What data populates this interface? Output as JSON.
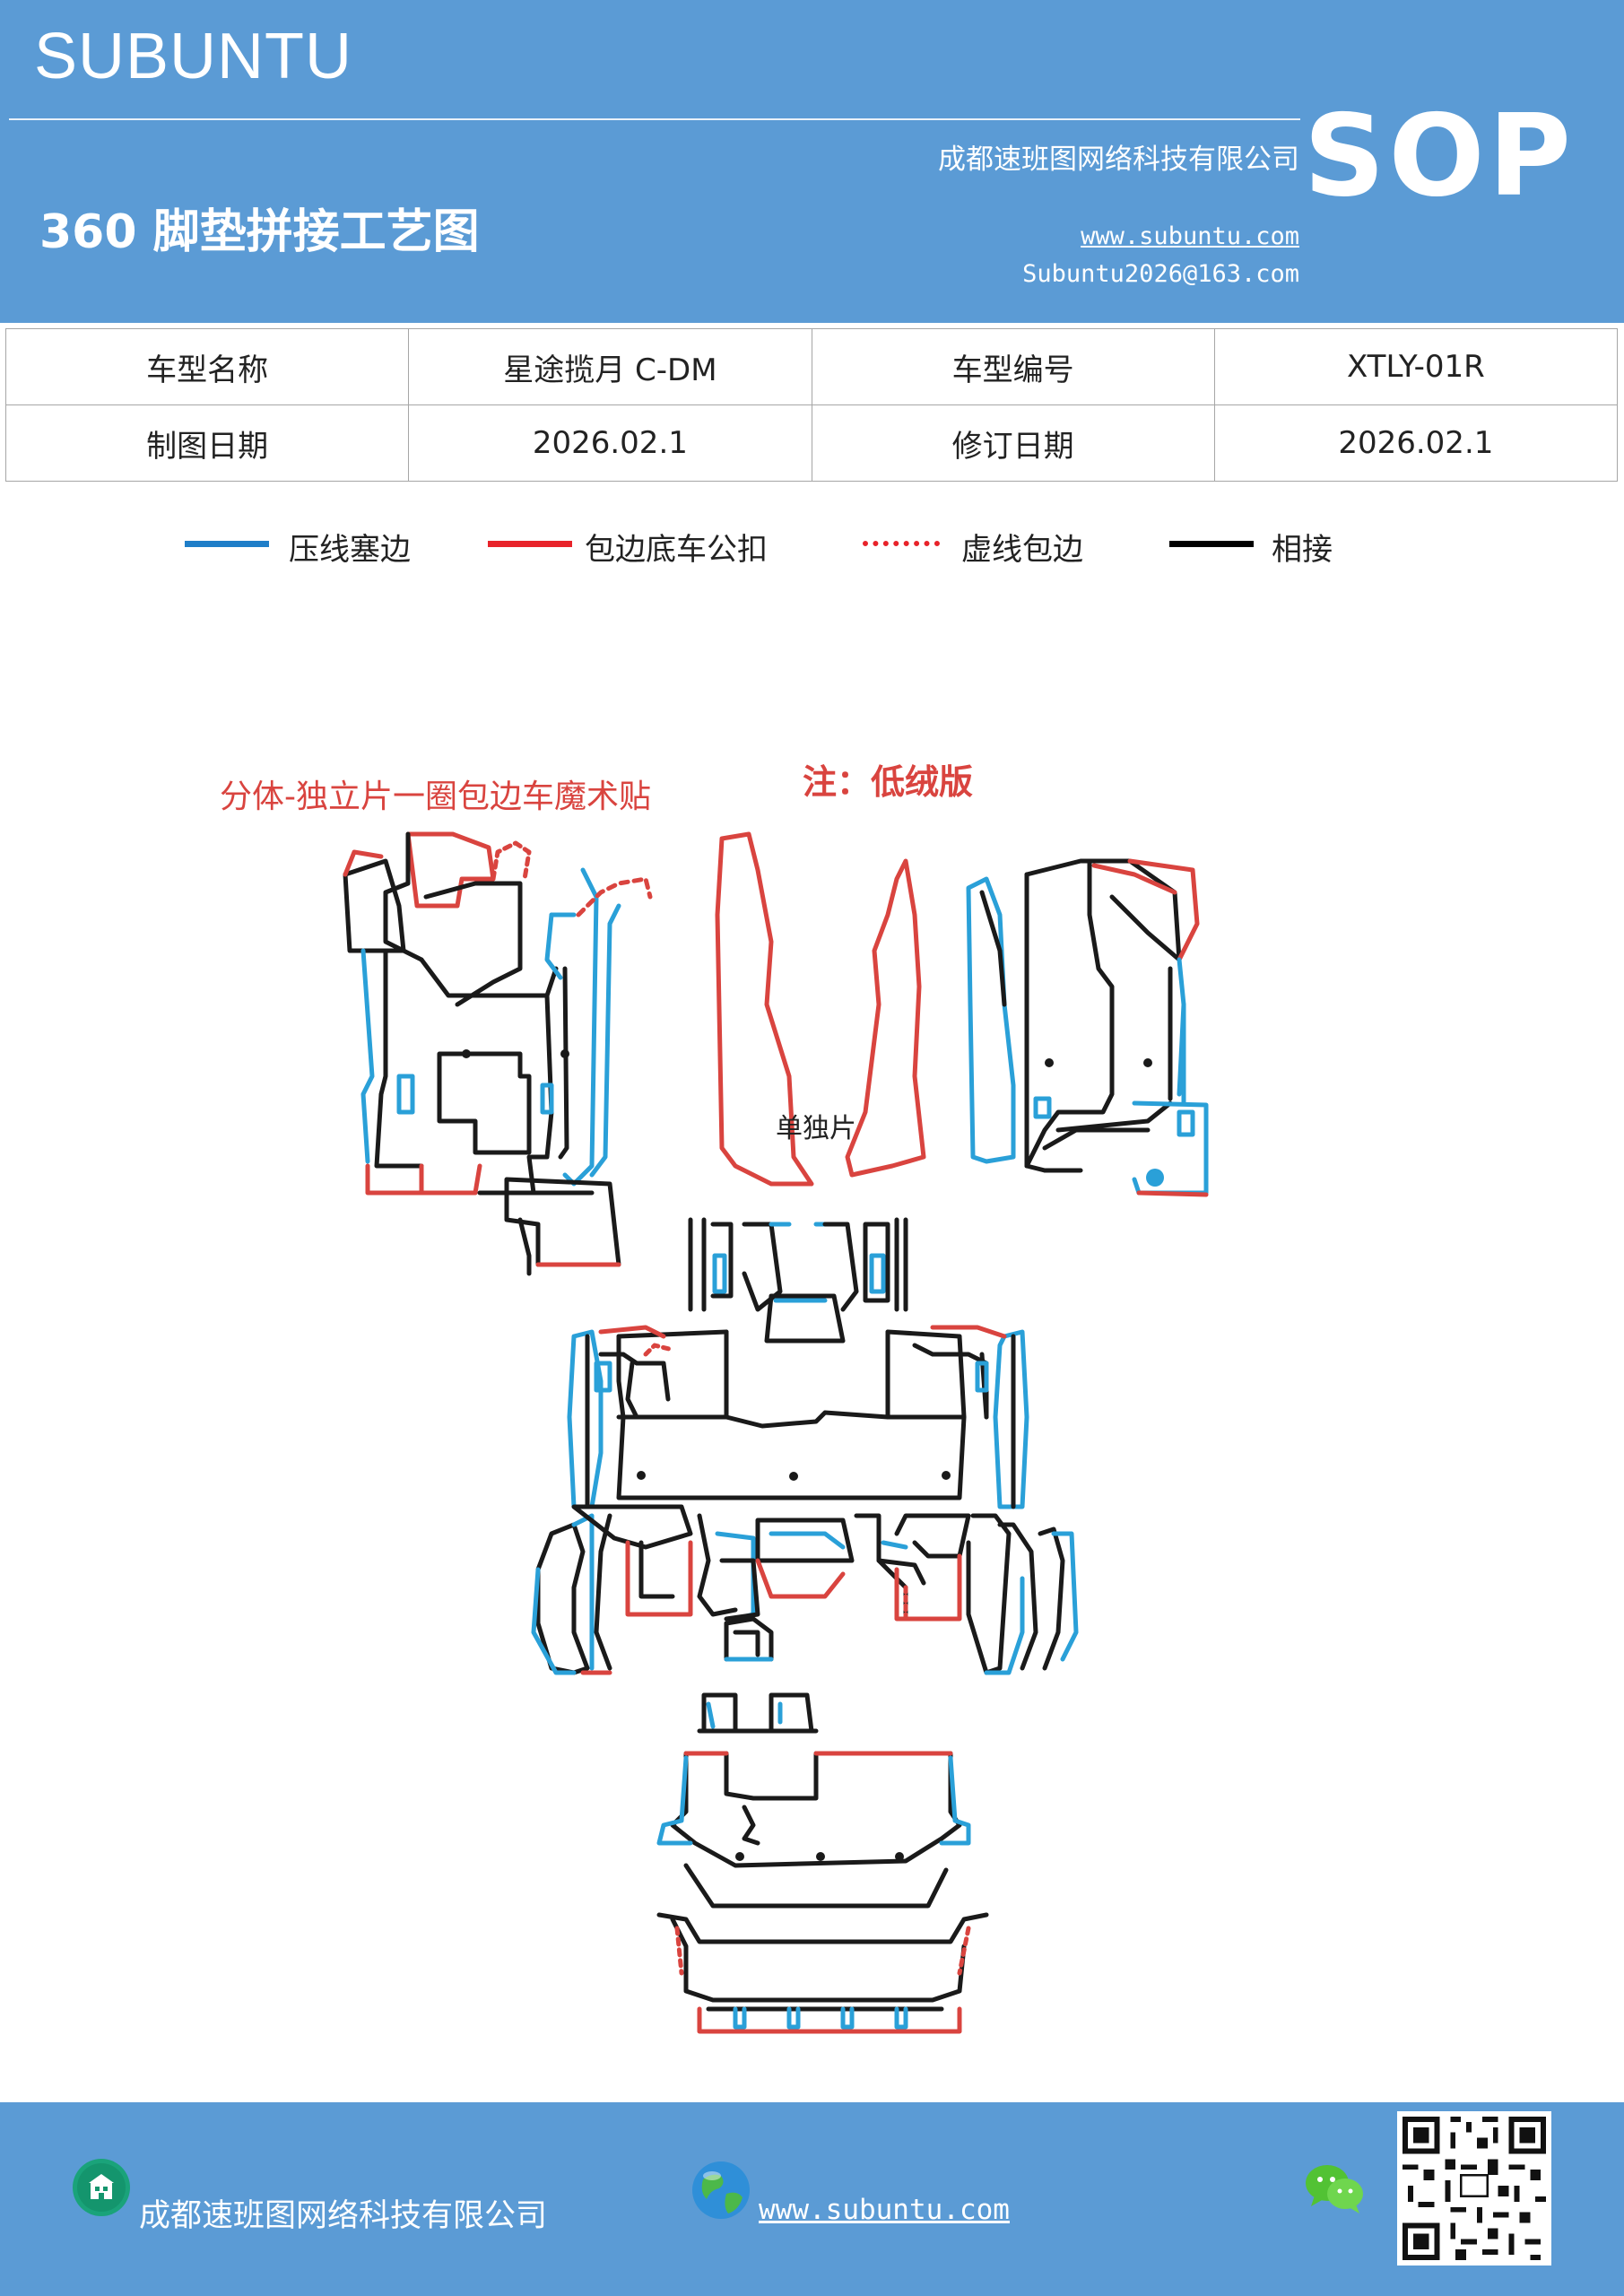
{
  "header": {
    "brand": "SUBUNTU",
    "sop": "SOP",
    "company": "成都速班图网络科技有限公司",
    "title": "360 脚垫拼接工艺图",
    "website": "www.subuntu.com",
    "email": "Subuntu2026@163.com"
  },
  "info_table": {
    "rows": [
      [
        "车型名称",
        "星途揽月 C-DM",
        "车型编号",
        "XTLY-01R"
      ],
      [
        "制图日期",
        "2026.02.1",
        "修订日期",
        "2026.02.1"
      ]
    ]
  },
  "legend": {
    "items": [
      {
        "label": "压线塞边",
        "color": "#1f7ec8",
        "style": "solid"
      },
      {
        "label": "包边底车公扣",
        "color": "#e8232a",
        "style": "solid"
      },
      {
        "label": "虚线包边",
        "color": "#e8232a",
        "style": "dotted"
      },
      {
        "label": "相接",
        "color": "#000000",
        "style": "solid"
      }
    ]
  },
  "drawing": {
    "note_left": "分体-独立片一圈包边车魔术贴",
    "note_right": "注：低绒版",
    "center_label": "单独片",
    "colors": {
      "seam_blue": "#2aa0d8",
      "edge_red": "#d9443f",
      "joint_black": "#1a1a1a"
    }
  },
  "footer": {
    "company": "成都速班图网络科技有限公司",
    "website": "www.subuntu.com",
    "icons": [
      "building-icon",
      "globe-icon",
      "wechat-icon",
      "qr-code"
    ]
  }
}
